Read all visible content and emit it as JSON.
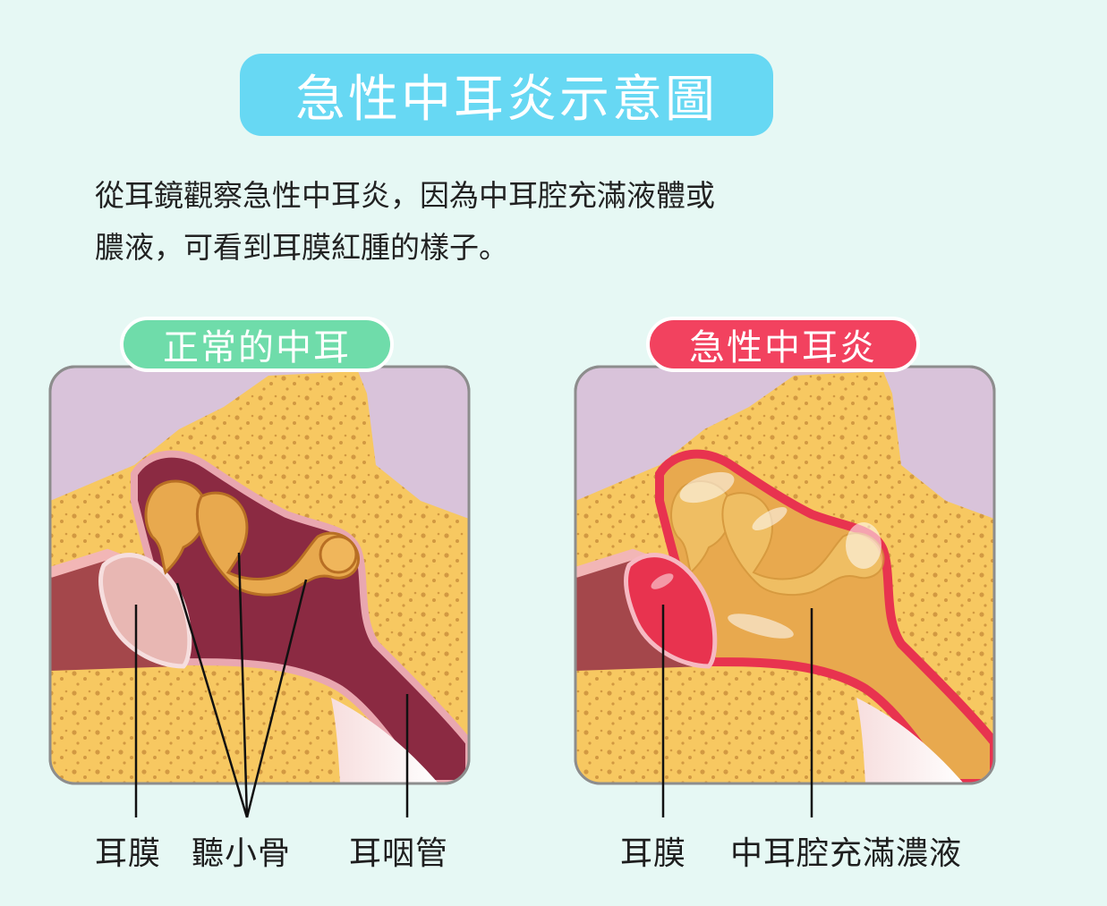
{
  "title": "急性中耳炎示意圖",
  "description": {
    "line1": "從耳鏡觀察急性中耳炎，因為中耳腔充滿液體或",
    "line2": "膿液，可看到耳膜紅腫的樣子。"
  },
  "panels": {
    "normal": {
      "label": "正常的中耳",
      "captions": {
        "eardrum": "耳膜",
        "ossicles": "聽小骨",
        "eustachian": "耳咽管"
      }
    },
    "aom": {
      "label": "急性中耳炎",
      "captions": {
        "eardrum": "耳膜",
        "fluid": "中耳腔充滿濃液"
      }
    }
  },
  "colors": {
    "background": "#e6f8f4",
    "title_pill": "#67d8f3",
    "normal_label": "#6fdcaa",
    "aom_label": "#f2425f",
    "bone": "#f7c861",
    "cavity": "#8b2a42",
    "pus": "#e8a94e",
    "inflamed": "#e8334f"
  }
}
